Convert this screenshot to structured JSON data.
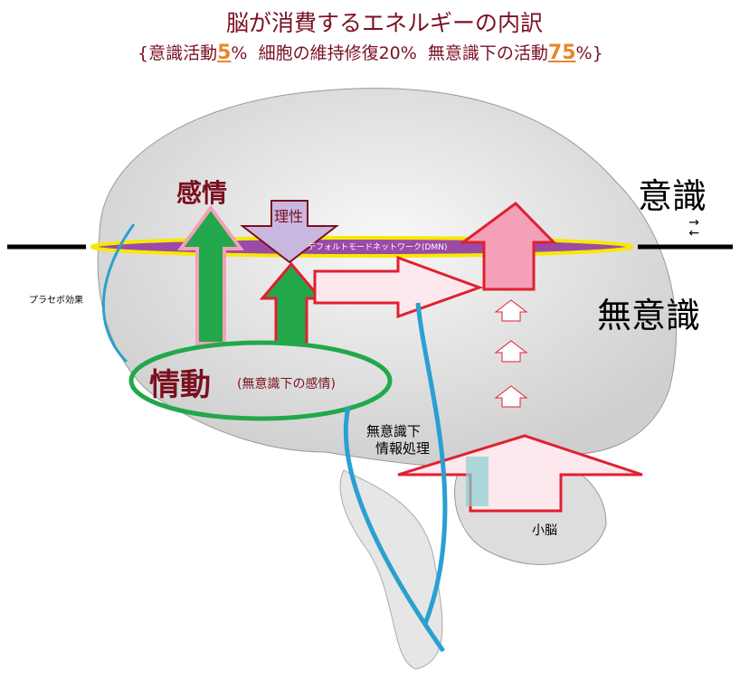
{
  "title": "脳が消費するエネルギーの内訳",
  "subtitle": {
    "open": "{",
    "conscious": "意識活動",
    "conscious_pct": "5",
    "pct": "%",
    "maintenance": "細胞の維持修復20%",
    "unconscious": "無意識下の活動",
    "unconscious_pct": "75",
    "close": "%}"
  },
  "labels": {
    "emotion": "感情",
    "reason": "理性",
    "dmn": "デフォルトモードネットワーク(DMN)",
    "conscious": "意識",
    "unconscious": "無意識",
    "placebo": "プラセボ効果",
    "affect": "情動",
    "affect_note": "(無意識下の感情)",
    "unconscious_processing_1": "無意識下",
    "unconscious_processing_2": "情報処理",
    "cerebellum": "小脳",
    "arrow_glyph": "↑↓"
  },
  "colors": {
    "title": "#7b1020",
    "accent": "#e8862a",
    "green": "#22a84a",
    "pink": "#f4a0b8",
    "red": "#e02030",
    "purple": "#9b4aa8",
    "yellow": "#f8e800",
    "blue": "#2aa0d0"
  }
}
